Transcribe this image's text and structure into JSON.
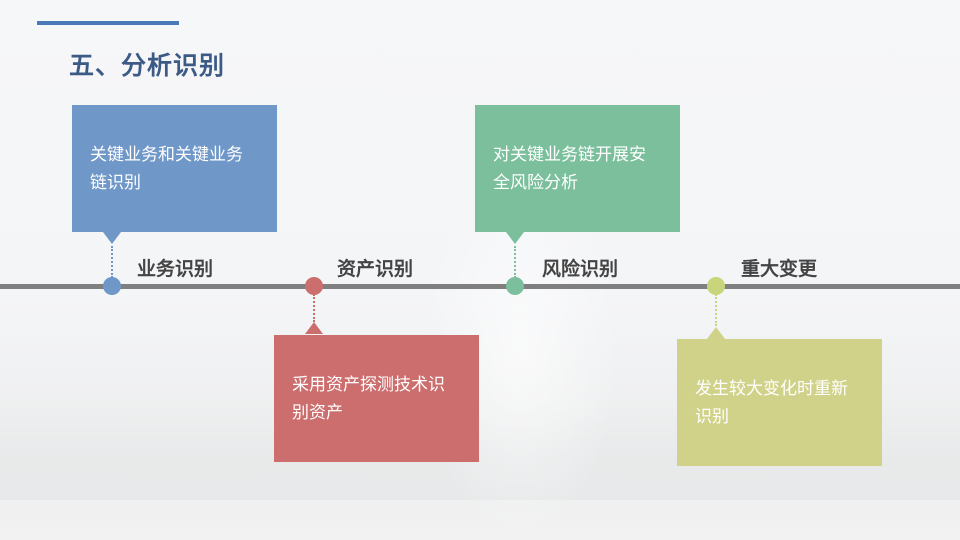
{
  "title": "五、分析识别",
  "colors": {
    "accent": "#4a7ab8",
    "blue": "#6f97c8",
    "red": "#cc6e6d",
    "green": "#7bbf9c",
    "olive": "#d0d28a",
    "axis": "#7f7f7f"
  },
  "steps": [
    {
      "label": "业务识别",
      "description": "关键业务和关键业务链识别"
    },
    {
      "label": "资产识别",
      "description": "采用资产探测技术识别资产"
    },
    {
      "label": "风险识别",
      "description": "对关键业务链开展安全风险分析"
    },
    {
      "label": "重大变更",
      "description": "发生较大变化时重新识别"
    }
  ]
}
